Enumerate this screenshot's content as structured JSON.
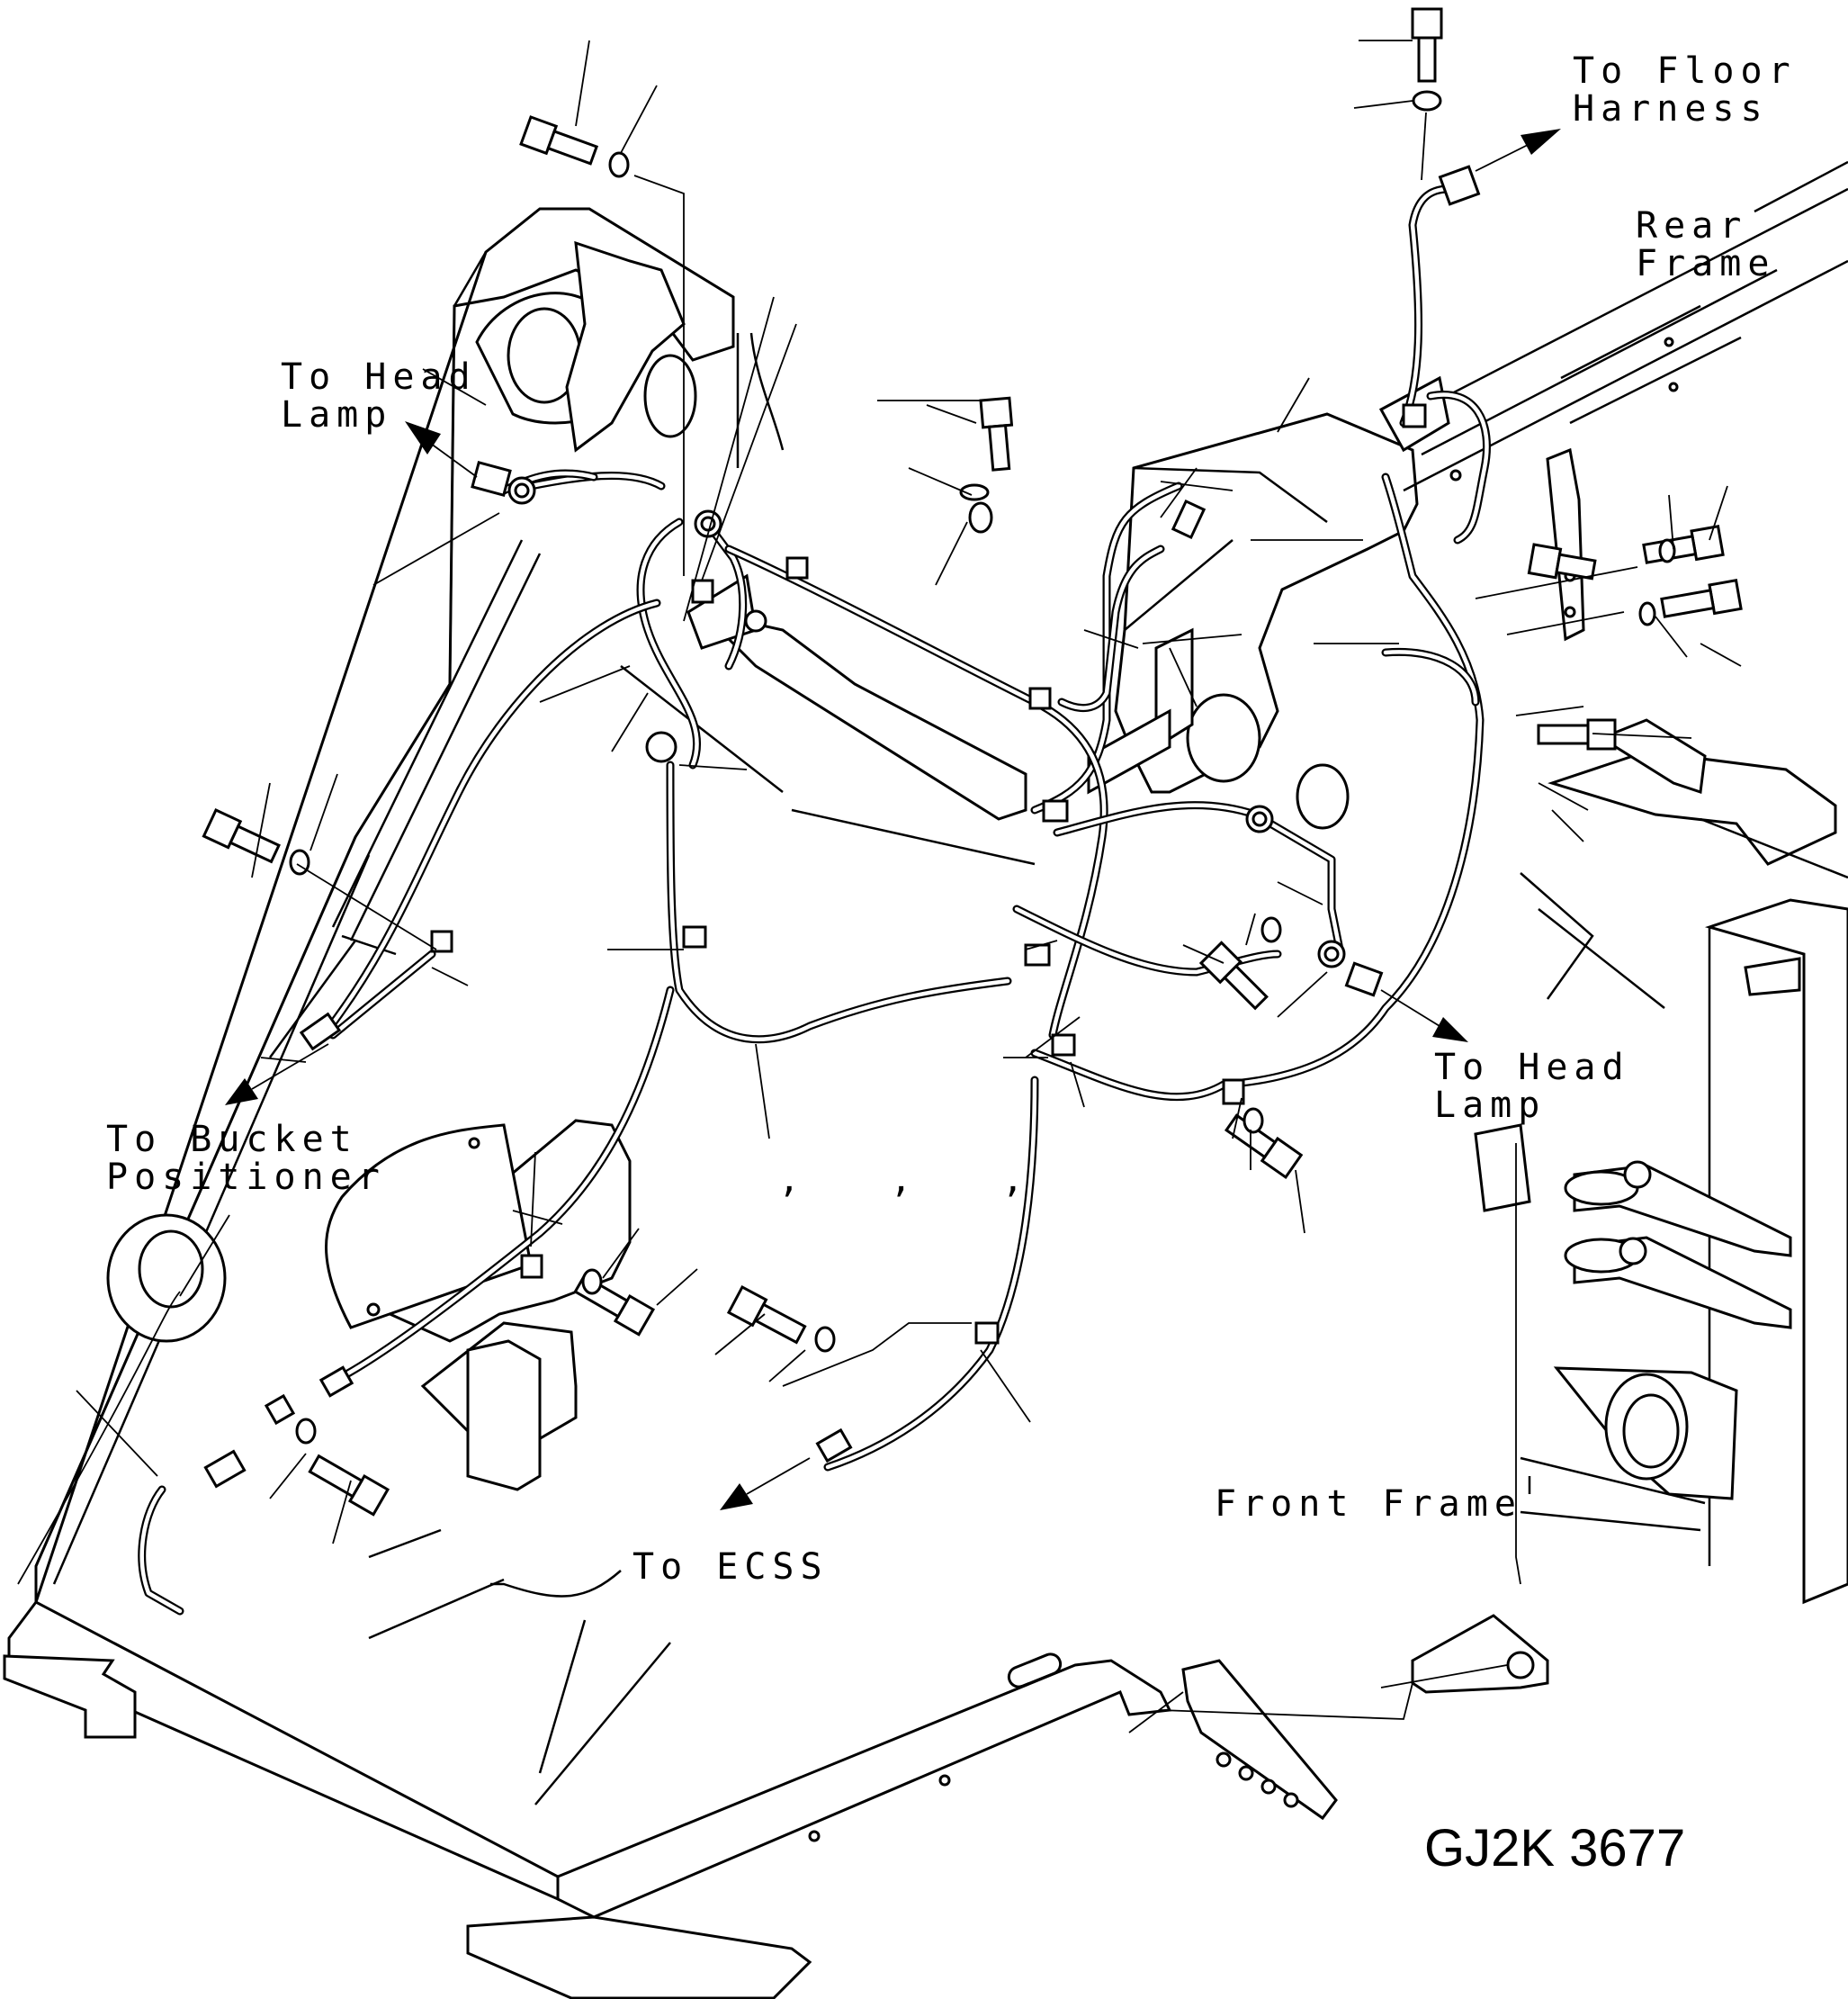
{
  "labels": {
    "to_floor_harness": "To Floor\nHarness",
    "rear_frame": "Rear\nFrame",
    "to_head_lamp_left": "To Head\nLamp",
    "to_head_lamp_right": "To Head\nLamp",
    "to_bucket_positioner": "To Bucket\nPositioner",
    "to_ecss": "To ECSS",
    "front_frame": "Front Frame",
    "drawing_code": "GJ2K 3677",
    "stray_marks": ",   ,   ,"
  }
}
